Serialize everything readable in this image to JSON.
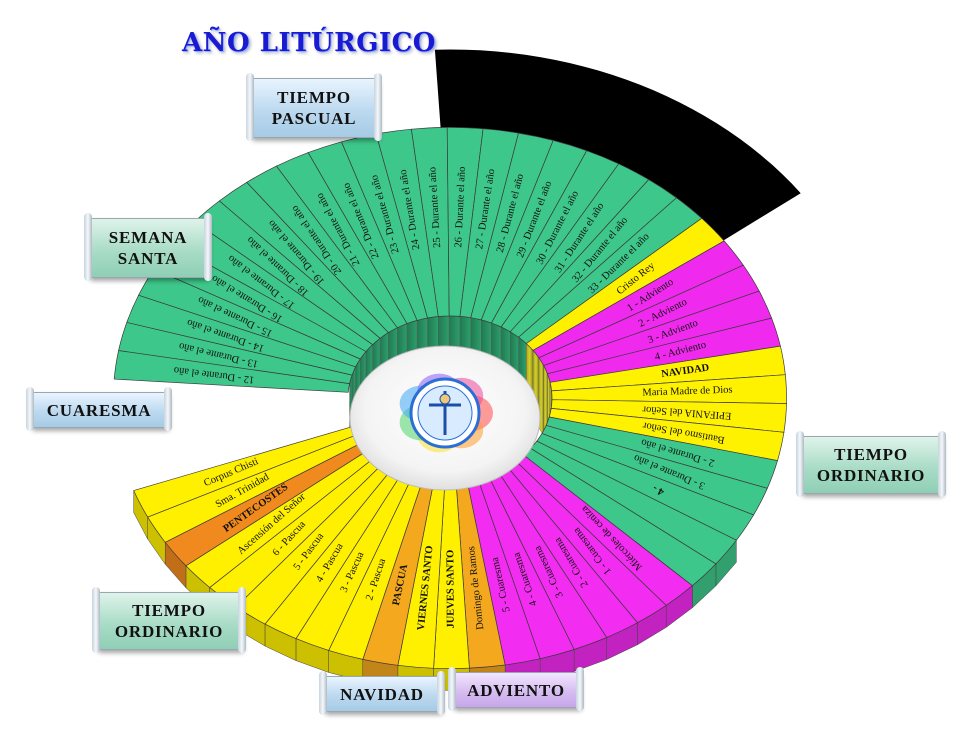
{
  "title": "AÑO LITÚRGICO",
  "banners": {
    "tiempo_pascual": "TIEMPO\nPASCUAL",
    "semana_santa": "SEMANA\nSANTA",
    "cuaresma": "CUARESMA",
    "tiempo_ordinario_1": "TIEMPO\nORDINARIO",
    "navidad": "NAVIDAD",
    "adviento": "ADVIENTO",
    "tiempo_ordinario_2": "TIEMPO\nORDINARIO"
  },
  "colors": {
    "ordinario": "#3ec78a",
    "cuaresma": "#f22cf0",
    "semana_santa": "#f3a81e",
    "pascua": "#fff000",
    "pentecostes": "#f08a1e",
    "adviento": "#ef2aee",
    "navidad": "#fff200",
    "black_band": "#000000",
    "title": "#1a1ad0"
  },
  "center_emblem": "emblem-icon",
  "sectors": [
    {
      "label": "12 - Durante el año",
      "season": "ordinario"
    },
    {
      "label": "13 - Durante el año",
      "season": "ordinario"
    },
    {
      "label": "14 - Durante el año",
      "season": "ordinario"
    },
    {
      "label": "15 - Durante el año",
      "season": "ordinario"
    },
    {
      "label": "16 - Durante el año",
      "season": "ordinario"
    },
    {
      "label": "17 - Durante el año",
      "season": "ordinario"
    },
    {
      "label": "18 - Durante el año",
      "season": "ordinario"
    },
    {
      "label": "19 - Durante el año",
      "season": "ordinario"
    },
    {
      "label": "20 - Durante el año",
      "season": "ordinario"
    },
    {
      "label": "21 - Durante el año",
      "season": "ordinario"
    },
    {
      "label": "22 - Durante el año",
      "season": "ordinario"
    },
    {
      "label": "23 - Durante el año",
      "season": "ordinario"
    },
    {
      "label": "24 - Durante el año",
      "season": "ordinario"
    },
    {
      "label": "25 - Durante el año",
      "season": "ordinario"
    },
    {
      "label": "26 - Durante el año",
      "season": "ordinario"
    },
    {
      "label": "27 - Durante el año",
      "season": "ordinario"
    },
    {
      "label": "28 - Durante el año",
      "season": "ordinario"
    },
    {
      "label": "29 - Durante el año",
      "season": "ordinario"
    },
    {
      "label": "30 - Durante el año",
      "season": "ordinario"
    },
    {
      "label": "31 - Durante el año",
      "season": "ordinario"
    },
    {
      "label": "32 - Durante el año",
      "season": "ordinario"
    },
    {
      "label": "33 - Durante el año",
      "season": "ordinario"
    },
    {
      "label": "Cristo Rey",
      "season": "pascua"
    },
    {
      "label": "1 - Adviento",
      "season": "adviento"
    },
    {
      "label": "2 - Adviento",
      "season": "adviento"
    },
    {
      "label": "3 - Adviento",
      "season": "adviento"
    },
    {
      "label": "4 - Adviento",
      "season": "adviento"
    },
    {
      "label": "NAVIDAD",
      "season": "navidad"
    },
    {
      "label": "Maria Madre de Dios",
      "season": "navidad"
    },
    {
      "label": "EPIFANIA del Señor",
      "season": "navidad"
    },
    {
      "label": "Bautismo del Señor",
      "season": "navidad"
    },
    {
      "label": "2 - Durante el año",
      "season": "ordinario"
    },
    {
      "label": "3 - Durante el año",
      "season": "ordinario"
    },
    {
      "label": "4 -",
      "season": "ordinario"
    },
    {
      "label": "",
      "season": "ordinario"
    },
    {
      "label": "",
      "season": "ordinario"
    },
    {
      "label": "Miércoles de ceniza",
      "season": "cuaresma"
    },
    {
      "label": "1 - Cuaresma",
      "season": "cuaresma"
    },
    {
      "label": "2 - Cuaresma",
      "season": "cuaresma"
    },
    {
      "label": "3 - Cuaresma",
      "season": "cuaresma"
    },
    {
      "label": "4 - Cuaresma",
      "season": "cuaresma"
    },
    {
      "label": "5 - Cuaresma",
      "season": "cuaresma"
    },
    {
      "label": "Domingo de Ramos",
      "season": "semana_santa"
    },
    {
      "label": "JUEVES SANTO",
      "season": "pascua"
    },
    {
      "label": "VIERNES SANTO",
      "season": "pascua"
    },
    {
      "label": "PASCUA",
      "season": "semana_santa"
    },
    {
      "label": "2 - Pascua",
      "season": "pascua"
    },
    {
      "label": "3 - Pascua",
      "season": "pascua"
    },
    {
      "label": "4 - Pascua",
      "season": "pascua"
    },
    {
      "label": "5 - Pascua",
      "season": "pascua"
    },
    {
      "label": "6 - Pascua",
      "season": "pascua"
    },
    {
      "label": "Ascensión del Señor",
      "season": "pascua"
    },
    {
      "label": "PENTECOSTES",
      "season": "pentecostes"
    },
    {
      "label": "Sma. Trinidad",
      "season": "pascua"
    },
    {
      "label": "Corpus Chisti",
      "season": "pascua"
    }
  ]
}
